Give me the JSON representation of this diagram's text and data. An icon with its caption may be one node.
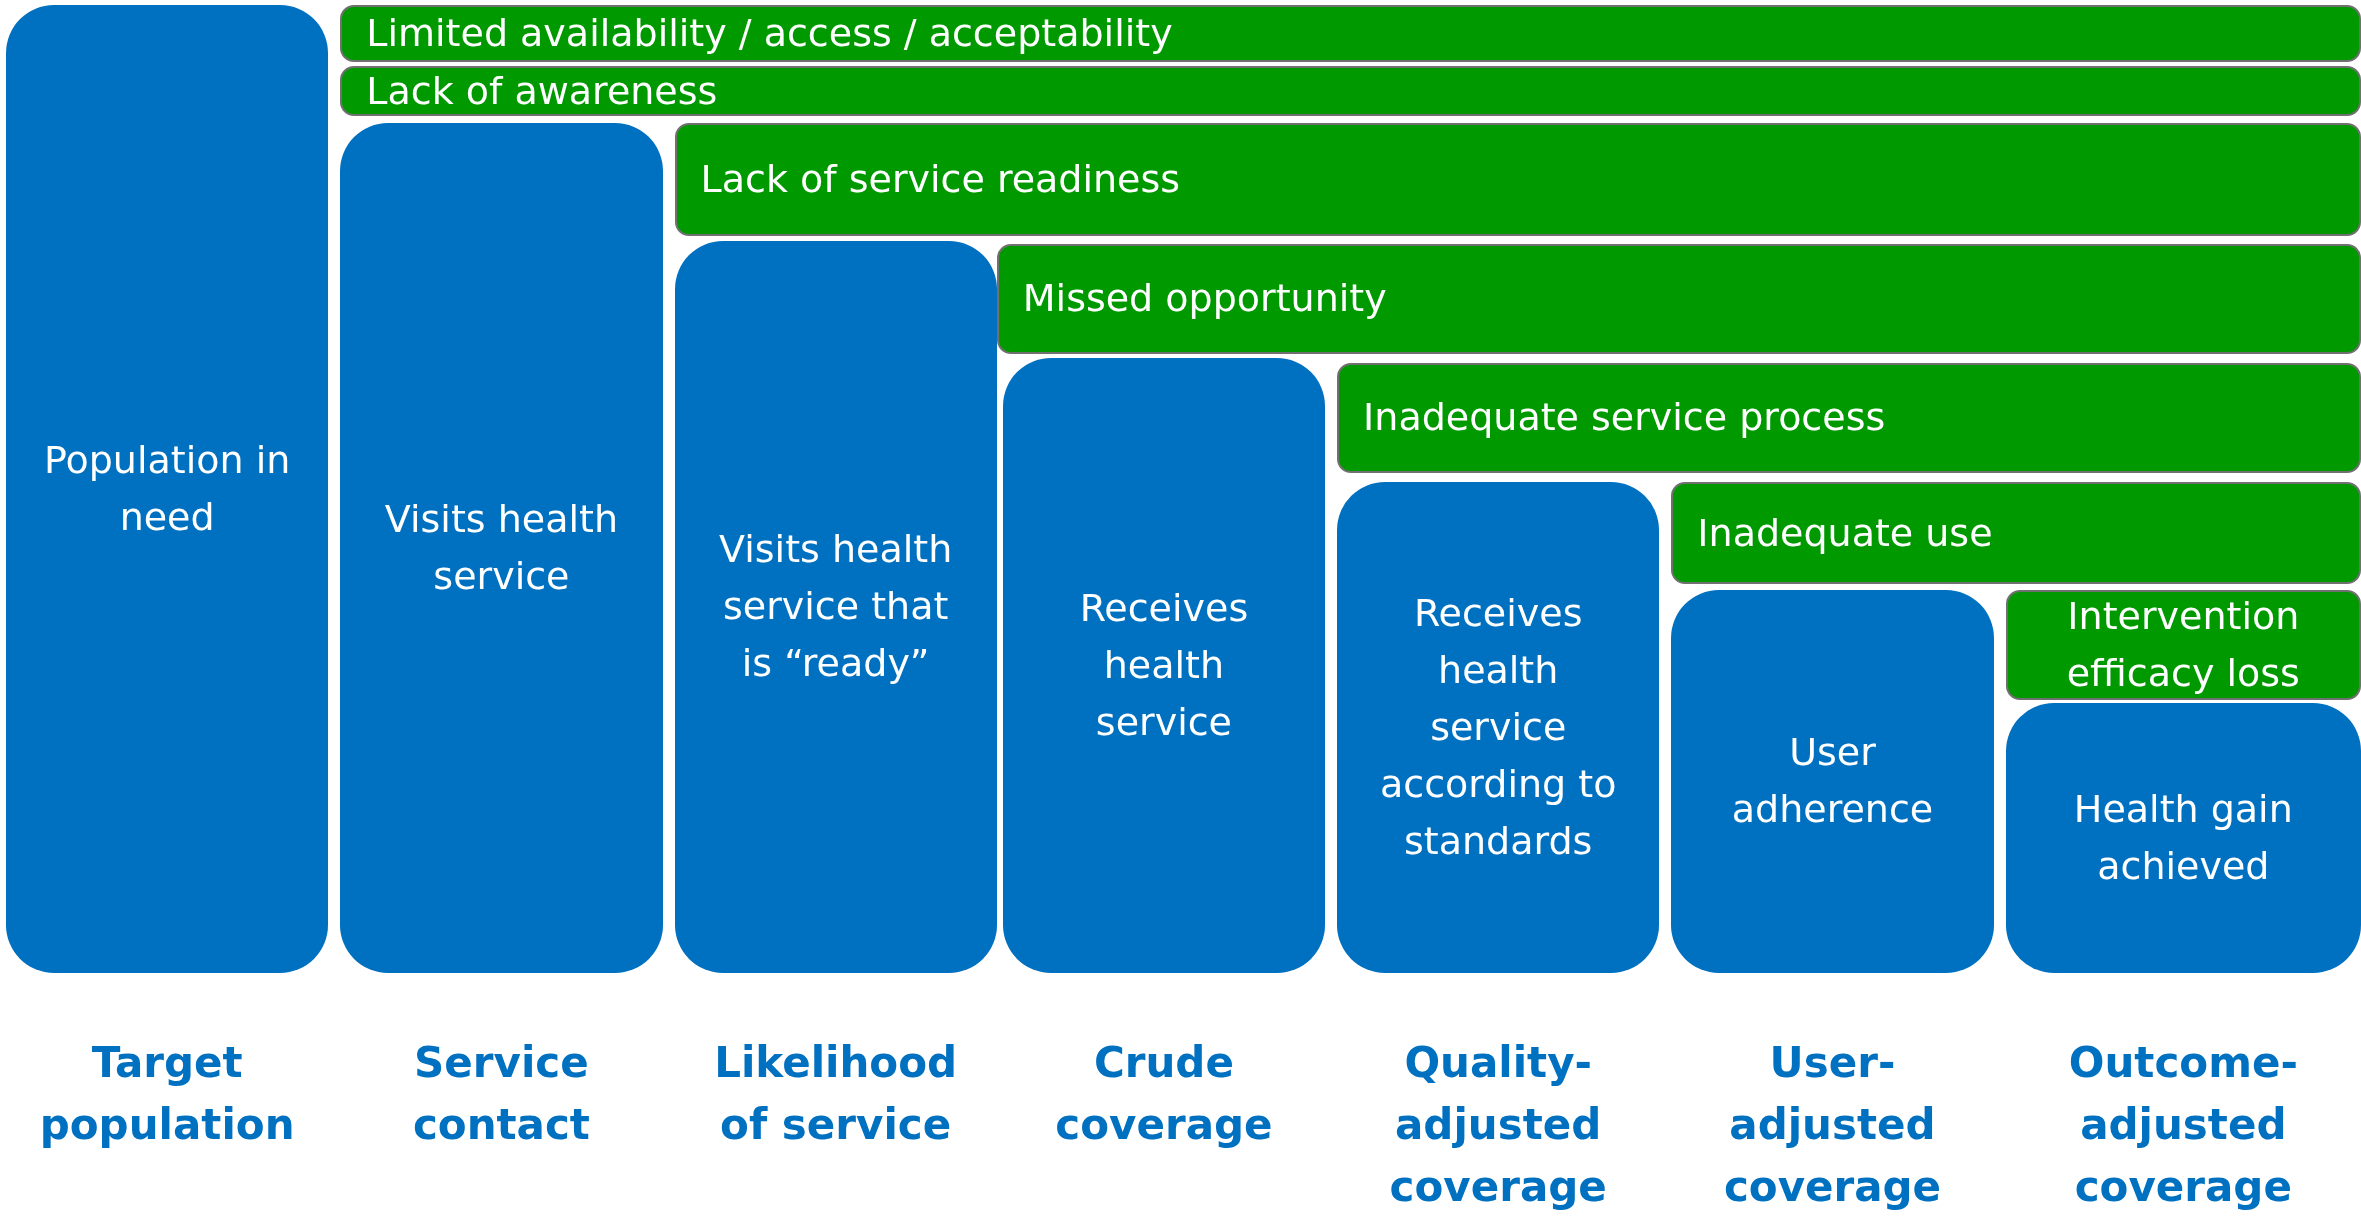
{
  "diagram": {
    "nodes": [
      {
        "text": [
          "Population in need"
        ],
        "beside": [
          "Target population"
        ]
      },
      {
        "text": [
          "Limited availability / access / acceptability"
        ]
      },
      {
        "text": [
          "Lack of awareness"
        ]
      },
      {
        "text": [
          "Visits health service"
        ],
        "beside": [
          "Service contact"
        ]
      },
      {
        "text": [
          "Lack of service readiness"
        ]
      },
      {
        "text": [
          "Visits health service that is “ready”"
        ],
        "beside": [
          "Likelihood of service"
        ]
      },
      {
        "text": [
          "Missed opportunity"
        ]
      },
      {
        "text": [
          "Receives health service"
        ],
        "beside": [
          "Crude coverage"
        ]
      },
      {
        "text": [
          "Inadequate service process"
        ]
      },
      {
        "text": [
          "Receives health service according to standards"
        ],
        "beside": [
          "Quality-adjusted coverage"
        ]
      },
      {
        "text": [
          "Inadequate use"
        ]
      },
      {
        "text": [
          "User adherence"
        ],
        "beside": [
          "User-adjusted coverage"
        ]
      },
      {
        "text": [
          "Intervention efficacy loss"
        ]
      },
      {
        "text": [
          "Health gain achieved"
        ],
        "beside": [
          "Outcome-adjusted coverage"
        ]
      }
    ]
  }
}
